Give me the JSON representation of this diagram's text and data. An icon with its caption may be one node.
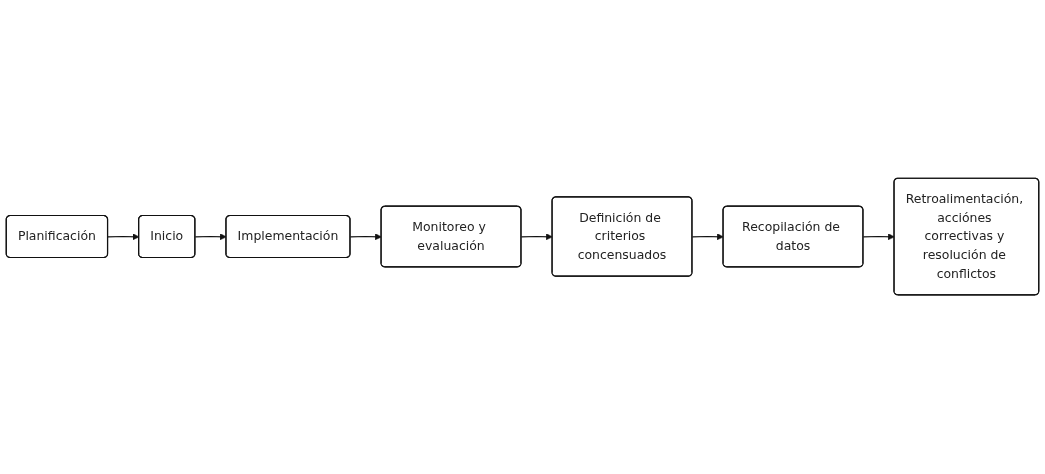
{
  "diagram": {
    "nodes": [
      {
        "text": [
          "Planificación"
        ]
      },
      {
        "text": [
          "Inicio"
        ]
      },
      {
        "text": [
          "Implementación"
        ]
      },
      {
        "text": [
          "Monitoreo y evaluación"
        ]
      },
      {
        "text": [
          "Definición de criterios concensuados"
        ]
      },
      {
        "text": [
          "Recopilación de datos"
        ]
      },
      {
        "text": [
          "Retroalimentación, acciónes correctivas y resolución de conflictos"
        ]
      }
    ],
    "edges": [
      {
        "from": 0,
        "to": 1,
        "arrow": "to"
      },
      {
        "from": 1,
        "to": 2,
        "arrow": "to"
      },
      {
        "from": 2,
        "to": 3,
        "arrow": "to"
      },
      {
        "from": 3,
        "to": 4,
        "arrow": "to"
      },
      {
        "from": 4,
        "to": 5,
        "arrow": "to"
      },
      {
        "from": 5,
        "to": 6,
        "arrow": "to"
      }
    ]
  }
}
